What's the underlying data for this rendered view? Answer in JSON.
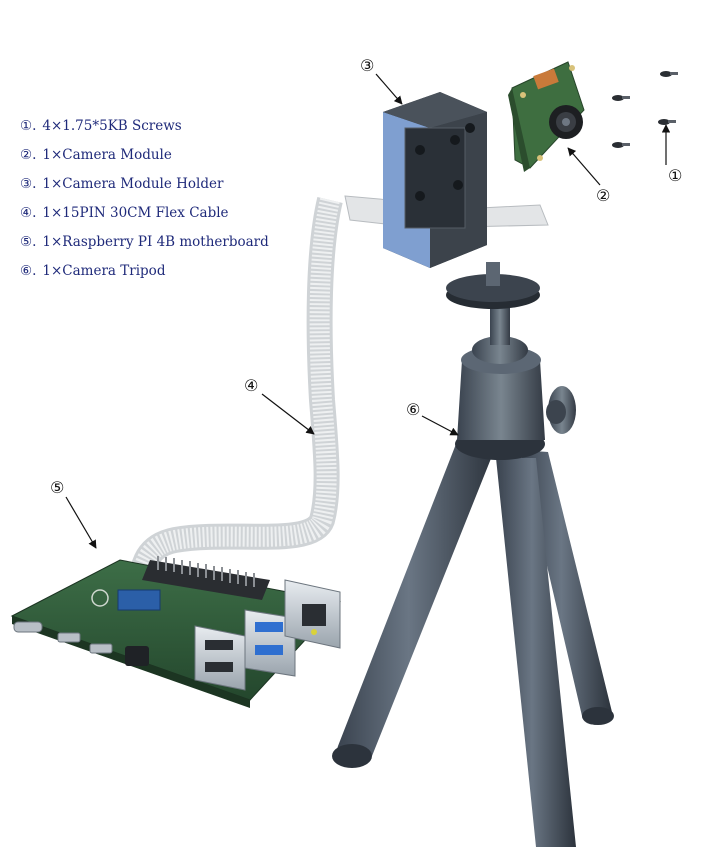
{
  "legend": [
    {
      "marker": "①.",
      "text": "4×1.75*5KB Screws"
    },
    {
      "marker": "②.",
      "text": "1×Camera Module"
    },
    {
      "marker": "③.",
      "text": "1×Camera Module Holder"
    },
    {
      "marker": "④.",
      "text": "1×15PIN 30CM Flex Cable"
    },
    {
      "marker": "⑤.",
      "text": "1×Raspberry PI 4B motherboard"
    },
    {
      "marker": "⑥.",
      "text": "1×Camera Tripod"
    }
  ],
  "callouts": {
    "c1": "①",
    "c2": "②",
    "c3": "③",
    "c4": "④",
    "c5": "⑤",
    "c6": "⑥"
  },
  "colors": {
    "legend_text": "#1f2a7a",
    "tripod": "#4d5866",
    "tripod_dark": "#2f3742",
    "holder": "#3a4048",
    "holder_edge": "#7a9ac8",
    "board": "#2e5a3a",
    "cable": "#dcdcdc",
    "camera_board": "#3a6a3c"
  }
}
